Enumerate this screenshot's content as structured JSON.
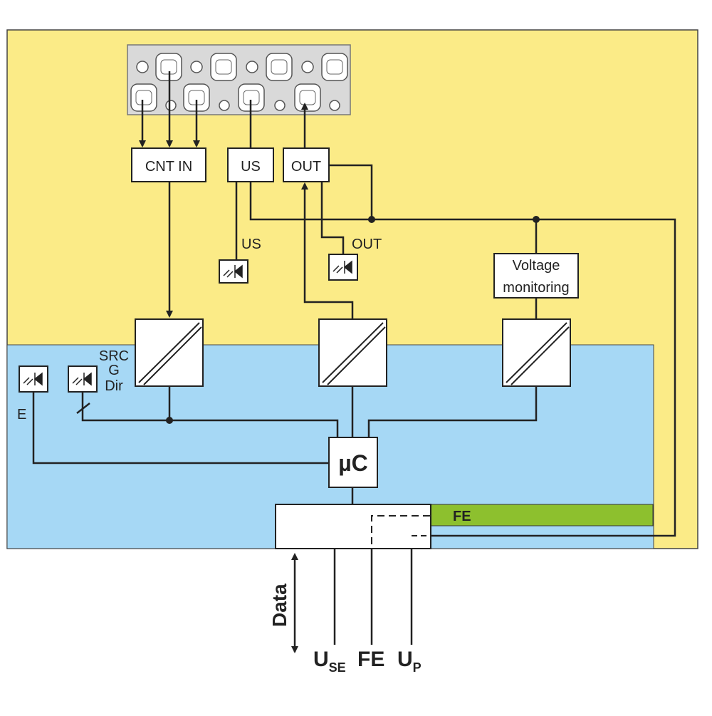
{
  "colors": {
    "yellow_region": "#FBEB87",
    "blue_region": "#A6D8F5",
    "fe_bar": "#8DC02E",
    "lines": "#222222",
    "terminal_block": "#D9D9D9"
  },
  "labels": {
    "cnt_in": "CNT IN",
    "us": "US",
    "out": "OUT",
    "us_led": "US",
    "out_led": "OUT",
    "voltage_monitoring_line1": "Voltage",
    "voltage_monitoring_line2": "monitoring",
    "src": "SRC",
    "g": "G",
    "dir": "Dir",
    "e": "E",
    "microcontroller": "µC",
    "fe_bar": "FE",
    "data": "Data",
    "u_se_main": "U",
    "u_se_sub": "SE",
    "fe_bottom": "FE",
    "u_p_main": "U",
    "u_p_sub": "P"
  },
  "icons": [
    "led-diode-icon",
    "terminal-connector-icon",
    "converter-isolation-icon"
  ]
}
